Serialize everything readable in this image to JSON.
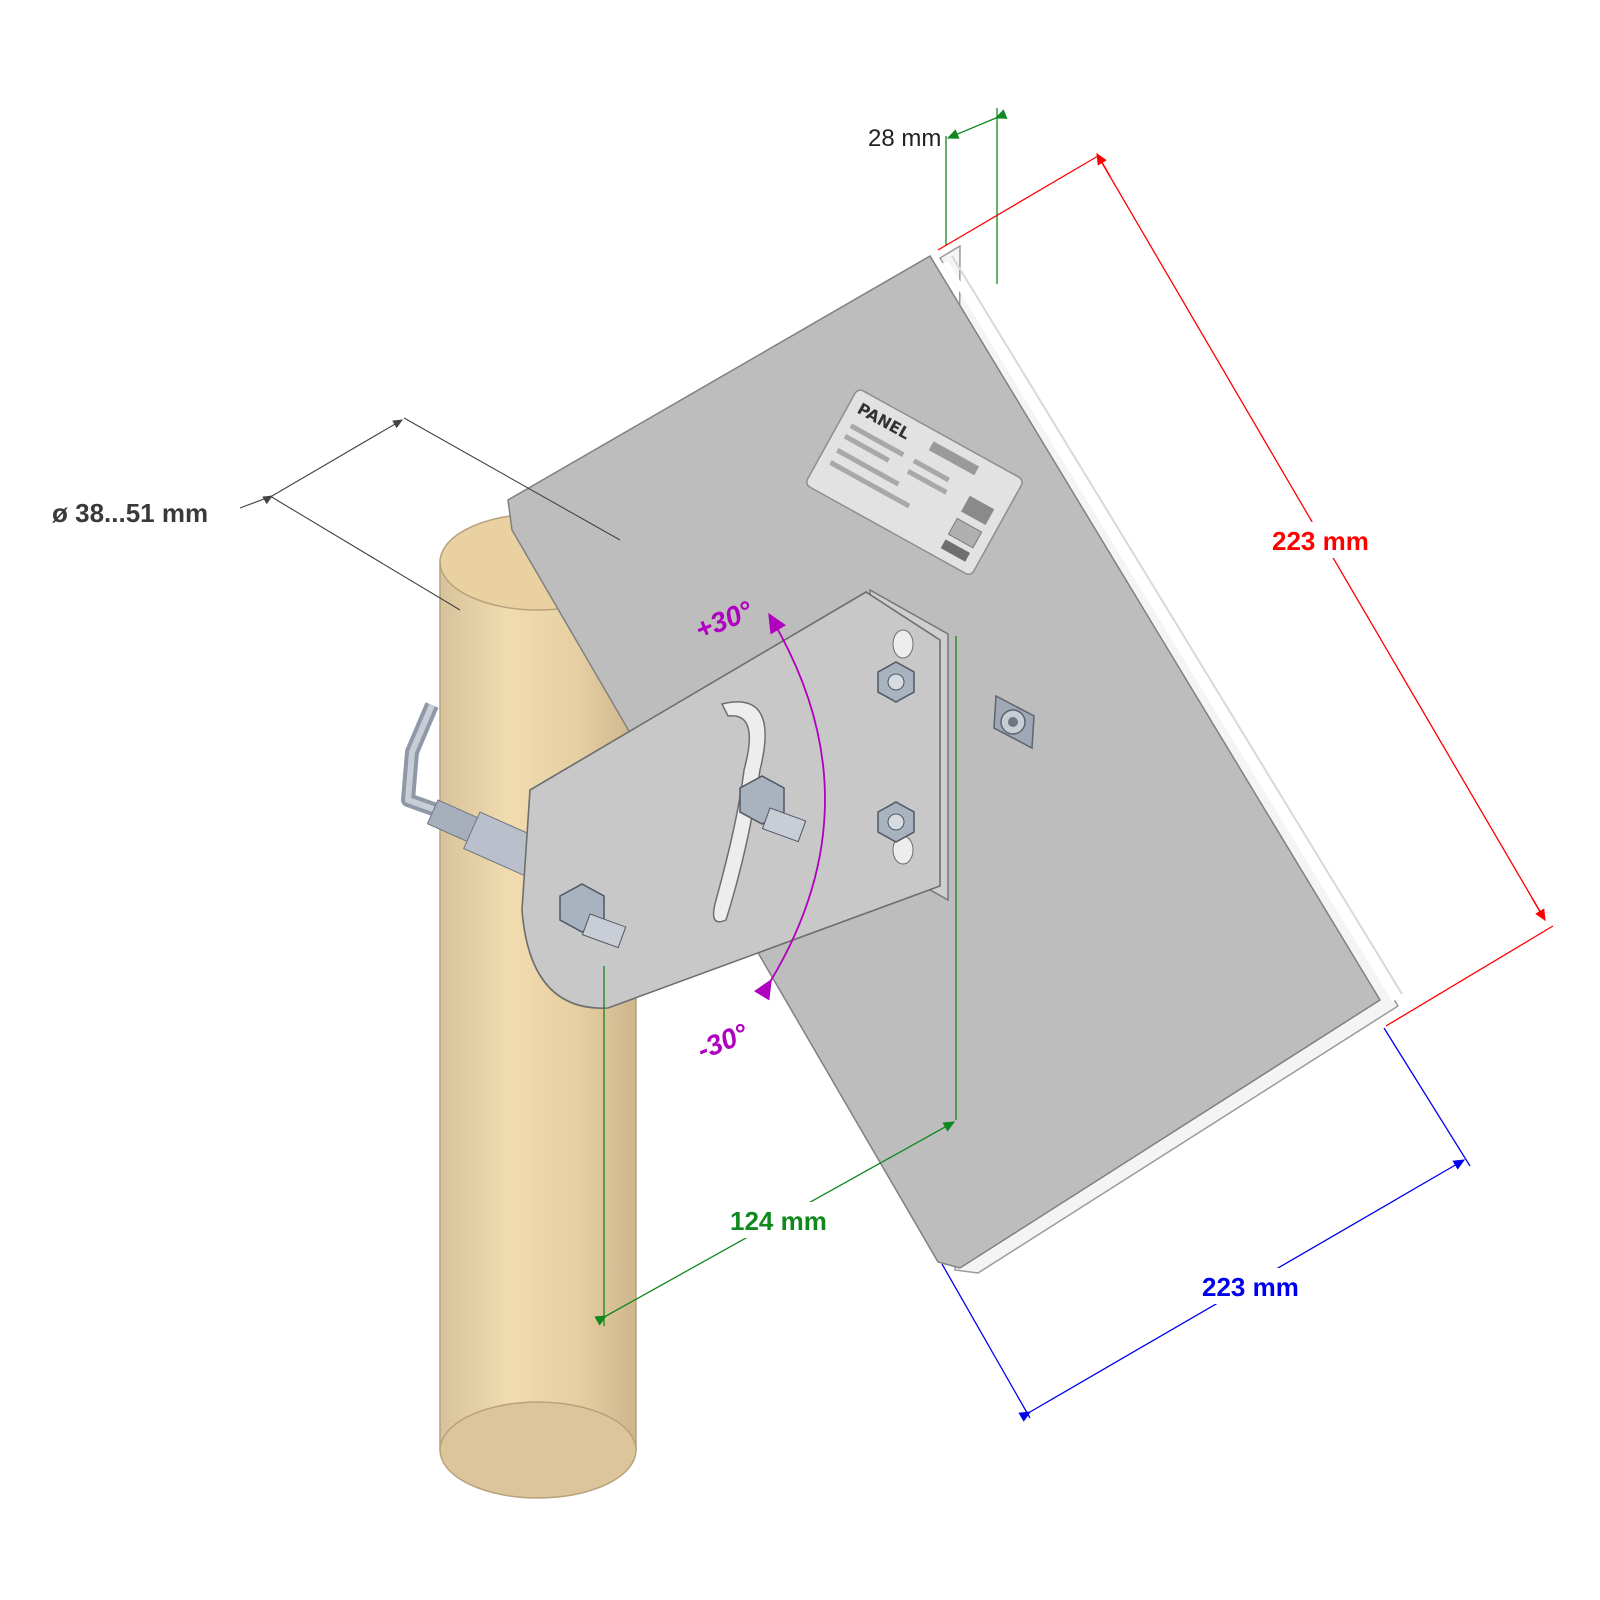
{
  "dimensions": {
    "depth": "28 mm",
    "height": "223 mm",
    "width": "223 mm",
    "offset": "124 mm",
    "mast_diameter": "ø 38...51 mm"
  },
  "angles": {
    "tilt_up": "+30°",
    "tilt_down": "-30°"
  },
  "colors": {
    "height_dim": "#ff0000",
    "width_dim": "#0000ee",
    "offset_dim": "#11881e",
    "depth_dim": "#11881e",
    "angle": "#b000c0",
    "mast": "#efd8a8",
    "panel": "#bdbdbd",
    "bracket": "#c8c8c8"
  },
  "label": {
    "brand": "PANEL"
  }
}
